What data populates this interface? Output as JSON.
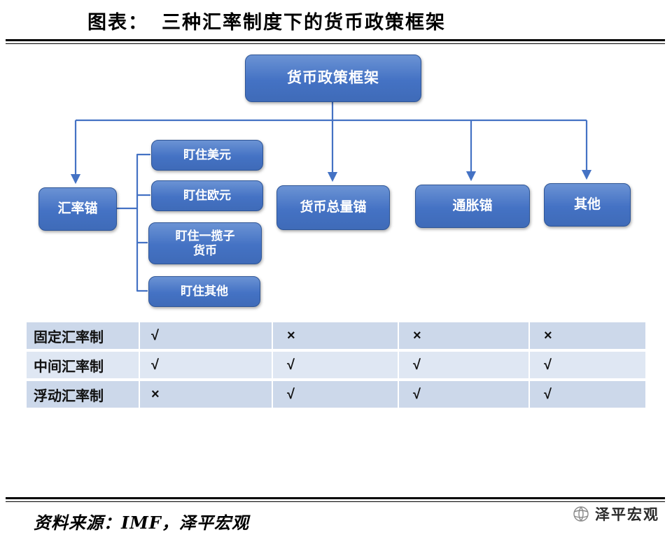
{
  "title": "图表：  三种汇率制度下的货币政策框架",
  "colors": {
    "box_fill": "#4472C4",
    "box_border": "#2E5596",
    "connector": "#4472C4",
    "table_row_odd": "#CCD8EA",
    "table_row_even": "#DFE7F3"
  },
  "flowchart": {
    "root": "货币政策框架",
    "branches": [
      "汇率锚",
      "货币总量锚",
      "通胀锚",
      "其他"
    ],
    "sub_items": [
      "盯住美元",
      "盯住欧元",
      "盯住一揽子货币",
      "盯住其他"
    ]
  },
  "table": {
    "rows": [
      {
        "label": "固定汇率制",
        "values": [
          "√",
          "×",
          "×",
          "×"
        ]
      },
      {
        "label": "中间汇率制",
        "values": [
          "√",
          "√",
          "√",
          "√"
        ]
      },
      {
        "label": "浮动汇率制",
        "values": [
          "×",
          "√",
          "√",
          "√"
        ]
      }
    ]
  },
  "footer": {
    "source": "资料来源：IMF，泽平宏观",
    "logo_text": "泽平宏观"
  }
}
